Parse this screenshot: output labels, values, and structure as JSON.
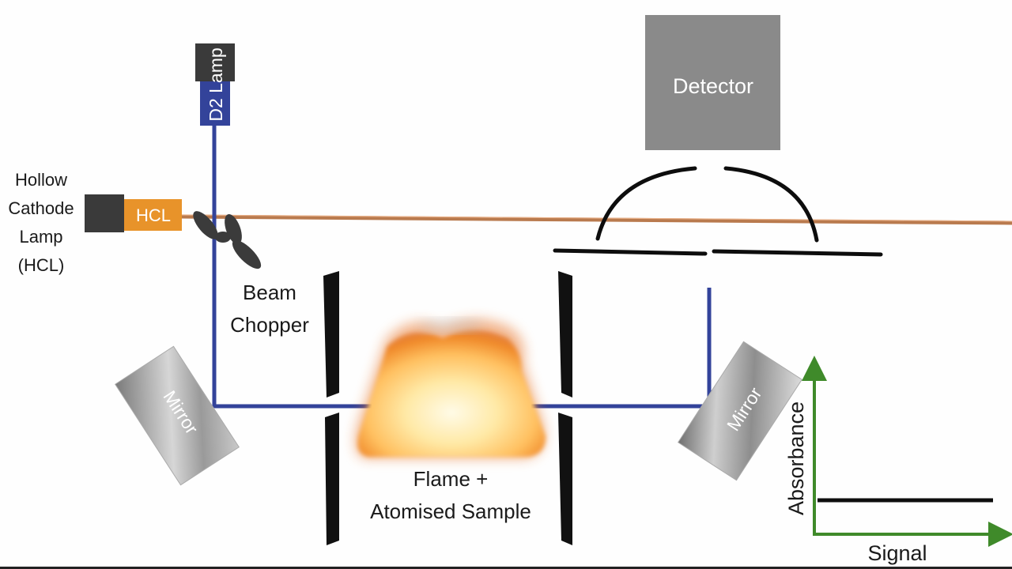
{
  "diagram": {
    "d2_lamp_label": "D2 Lamp",
    "hcl_box_label": "HCL",
    "hcl_full_label": [
      "Hollow",
      "Cathode",
      "Lamp",
      "(HCL)"
    ],
    "chopper_label": [
      "Beam",
      "Chopper"
    ],
    "mirror_left_label": "Mirror",
    "mirror_right_label": "Mirror",
    "flame_label": [
      "Flame +",
      "Atomised Sample"
    ],
    "detector_label": "Detector",
    "graph": {
      "y_axis_label": "Absorbance",
      "x_axis_label": "Signal",
      "axis_color": "#3f8a2a"
    },
    "colors": {
      "d2_beam": "#33439a",
      "hcl_beam": "#b97a4e",
      "hcl_box": "#e8932a",
      "lamp_body": "#3a3a3a",
      "detector": "#8a8a8a",
      "slit": "#111111"
    }
  }
}
